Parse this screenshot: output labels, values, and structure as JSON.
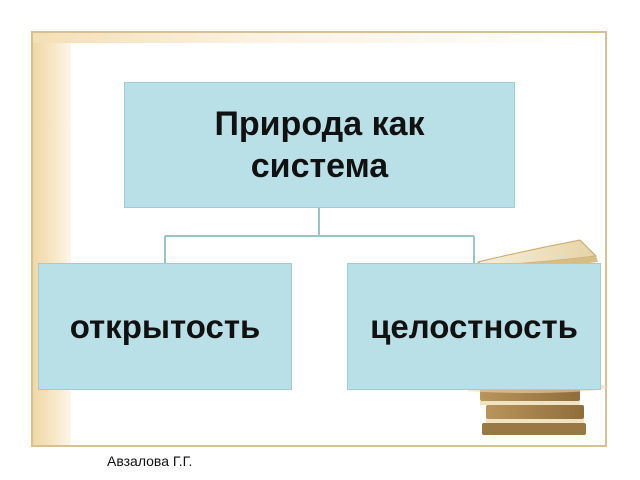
{
  "diagram": {
    "root": {
      "label": "Природа как система"
    },
    "children": [
      {
        "label": "открытость"
      },
      {
        "label": "целостность"
      }
    ]
  },
  "footer": {
    "author": "Авзалова Г.Г."
  },
  "colors": {
    "box_fill": "#b9e0e6",
    "connector": "#9bc4c9",
    "frame_border": "#d9c08e"
  }
}
